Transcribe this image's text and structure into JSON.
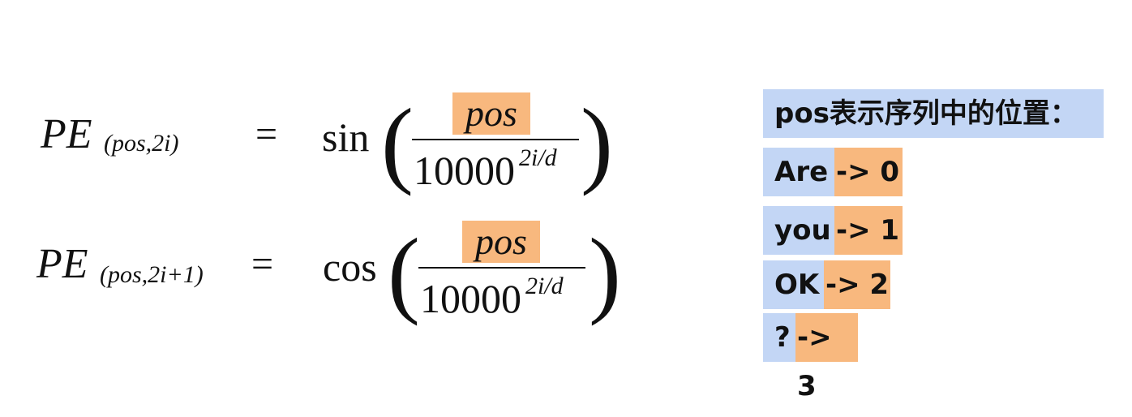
{
  "formulas": [
    {
      "lhs": "PE",
      "subscript": "(pos,2i)",
      "equals": "=",
      "function": "sin",
      "numerator": "pos",
      "denominator": "10000",
      "exponent": "2i/d"
    },
    {
      "lhs": "PE",
      "subscript": "(pos,2i+1)",
      "equals": "=",
      "function": "cos",
      "numerator": "pos",
      "denominator": "10000",
      "exponent": "2i/d"
    }
  ],
  "paren_open": "(",
  "paren_close": ")",
  "explanation": {
    "heading": "pos表示序列中的位置：",
    "rows": [
      {
        "word": "Are",
        "mapping": "-> 0"
      },
      {
        "word": "you",
        "mapping": "-> 1"
      },
      {
        "word": "OK",
        "mapping": "-> 2"
      },
      {
        "word": "?",
        "mapping": "-> 3"
      }
    ]
  },
  "colors": {
    "highlight_orange": "#f8b87e",
    "highlight_blue": "#c3d6f5"
  }
}
